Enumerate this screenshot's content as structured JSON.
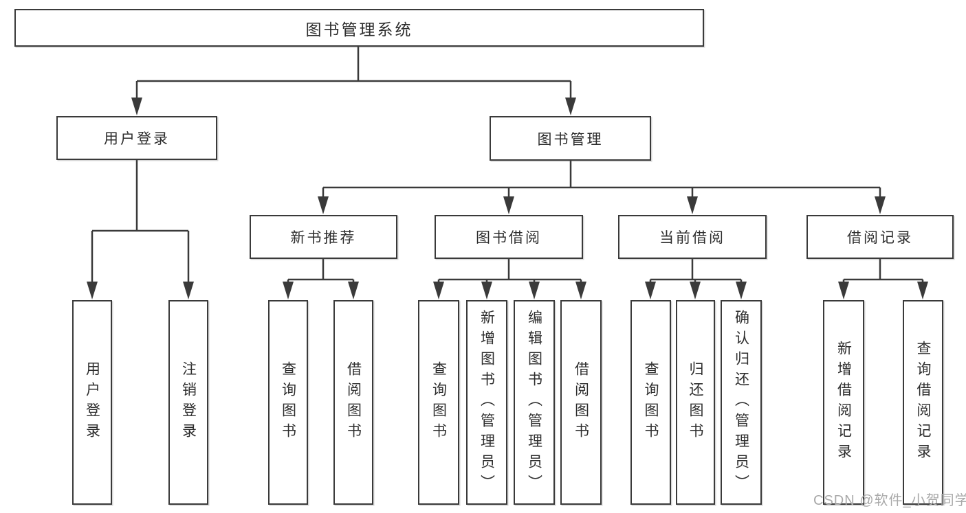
{
  "tree": {
    "label": "图书管理系统",
    "children": [
      {
        "label": "用户登录",
        "children": [
          {
            "label": "用户登录"
          },
          {
            "label": "注销登录"
          }
        ]
      },
      {
        "label": "图书管理",
        "children": [
          {
            "label": "新书推荐",
            "children": [
              {
                "label": "查询图书"
              },
              {
                "label": "借阅图书"
              }
            ]
          },
          {
            "label": "图书借阅",
            "children": [
              {
                "label": "查询图书"
              },
              {
                "label": "新增图书（管理员）"
              },
              {
                "label": "编辑图书（管理员）"
              },
              {
                "label": "借阅图书"
              }
            ]
          },
          {
            "label": "当前借阅",
            "children": [
              {
                "label": "查询图书"
              },
              {
                "label": "归还图书"
              },
              {
                "label": "确认归还（管理员）"
              }
            ]
          },
          {
            "label": "借阅记录",
            "children": [
              {
                "label": "新增借阅记录"
              },
              {
                "label": "查询借阅记录"
              }
            ]
          }
        ]
      }
    ]
  },
  "watermark": "CSDN @软件_小贺同学",
  "colors": {
    "line": "#3a3a3a",
    "text": "#2d2d2d",
    "watermark": "#a9a9a9",
    "background": "#ffffff"
  }
}
